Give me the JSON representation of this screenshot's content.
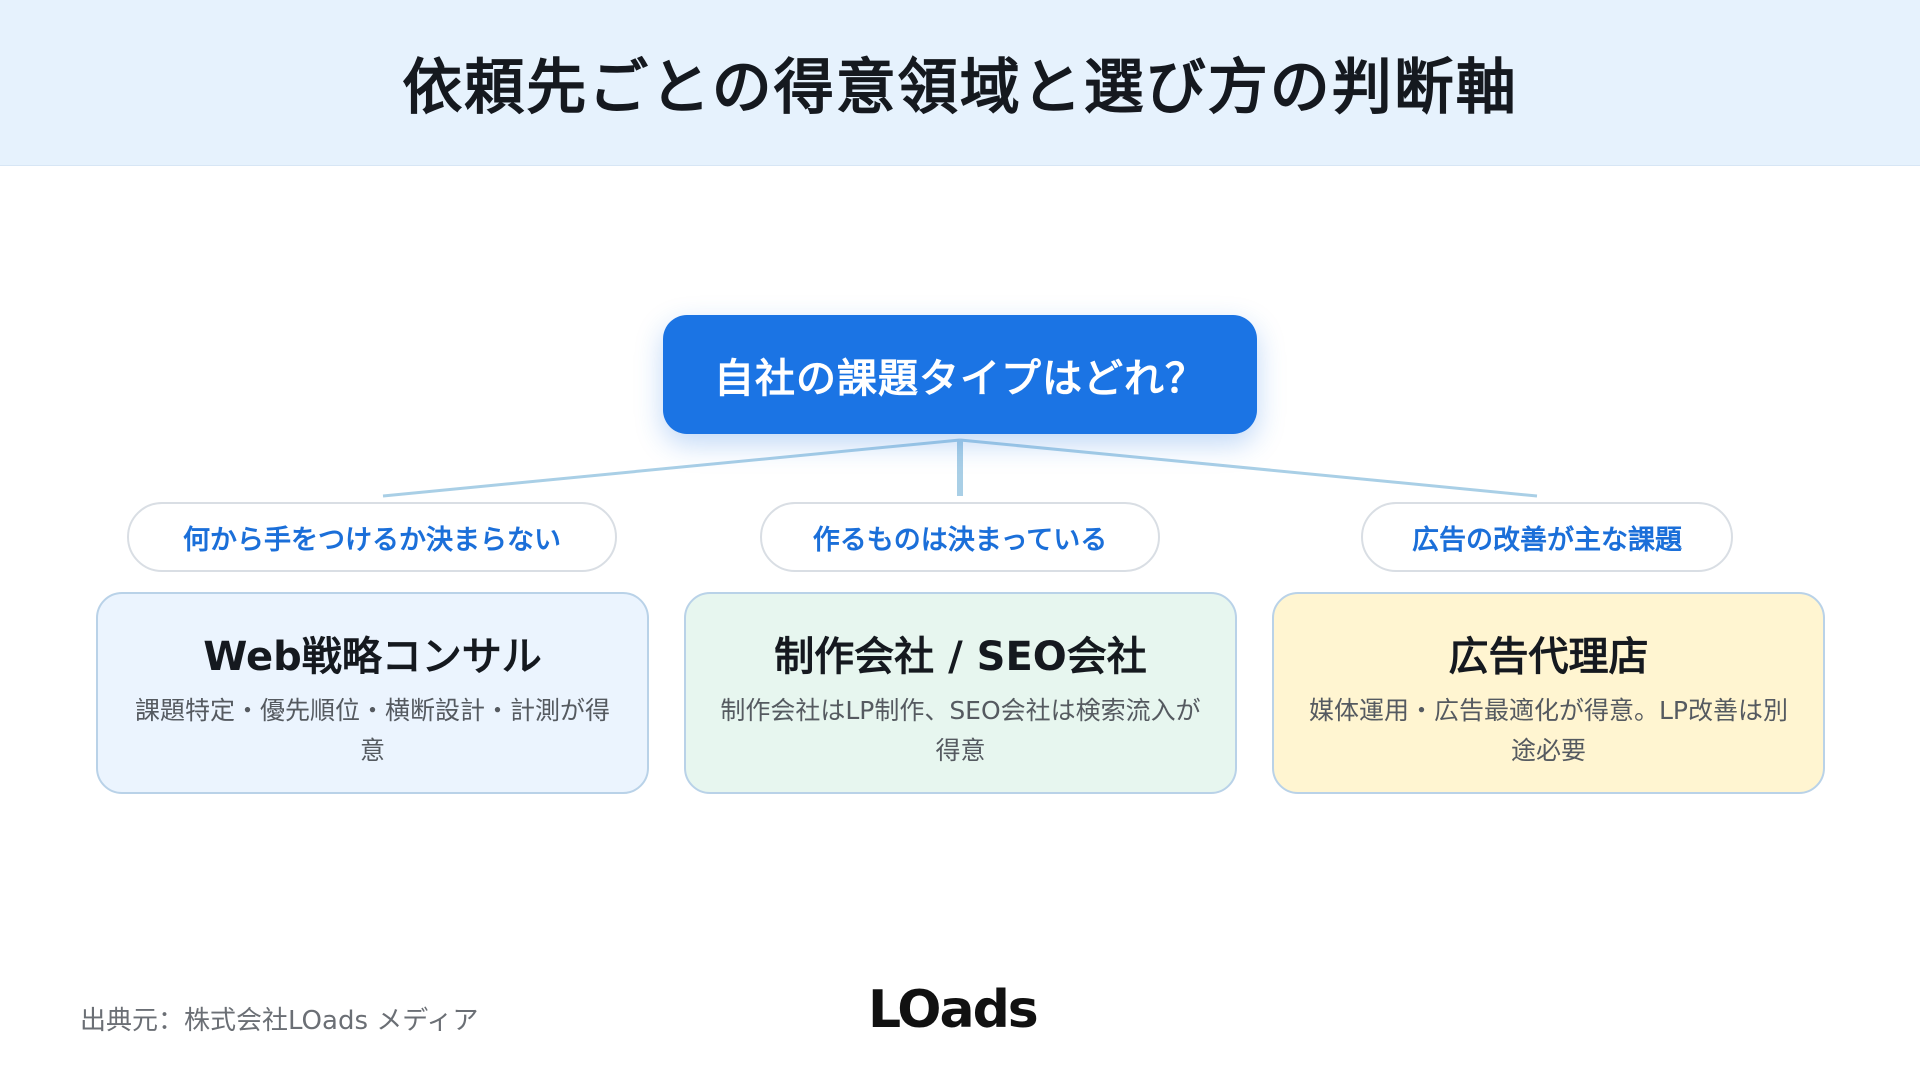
{
  "header": {
    "title": "依頼先ごとの得意領域と選び方の判断軸"
  },
  "question": {
    "label": "自社の課題タイプはどれ？"
  },
  "branches": [
    {
      "condition": "何から手をつけるか決まらない",
      "title": "Web戦略コンサル",
      "description": "課題特定・優先順位・横断設計・計測が得意"
    },
    {
      "condition": "作るものは決まっている",
      "title": "制作会社 / SEO会社",
      "description": "制作会社はLP制作、SEO会社は検索流入が得意"
    },
    {
      "condition": "広告の改善が主な課題",
      "title": "広告代理店",
      "description": "媒体運用・広告最適化が得意。LP改善は別途必要"
    }
  ],
  "footer": {
    "source": "出典元：株式会社LOads メディア",
    "logo_text": "LOads"
  },
  "colors": {
    "primary": "#1b74e4",
    "header_bg": "#e6f2fd",
    "card_blue": "#ebf4fe",
    "card_green": "#e7f6ef",
    "card_yellow": "#fff5d1",
    "connector": "#a9cfe6"
  }
}
